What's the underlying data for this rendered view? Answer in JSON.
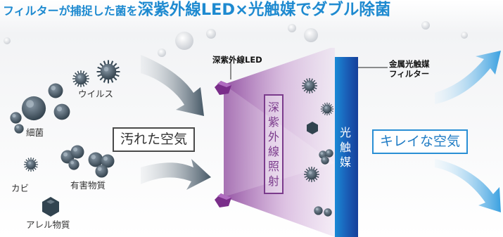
{
  "title": {
    "part1": "フィルターが捕捉した菌を",
    "part2": "深紫外線LED×光触媒でダブル除菌"
  },
  "labels": {
    "uv_led": "深紫外線LED",
    "filter": "金属光触媒\nフィルター",
    "virus": "ウイルス",
    "bacteria": "細菌",
    "mold": "カビ",
    "harmful": "有害物質",
    "allergen": "アレル物質",
    "dirty_air": "汚れた空気",
    "clean_air": "キレイな空気",
    "uv_irradiation": "深紫外線照射",
    "photocatalyst": "光触媒"
  },
  "colors": {
    "title": "#1e8ad0",
    "uv_purple": "#7b3b8c",
    "filter_blue": "#1a4fa8",
    "clean_blue": "#2a8fd5",
    "dark_arrow": "#4a5a68"
  }
}
